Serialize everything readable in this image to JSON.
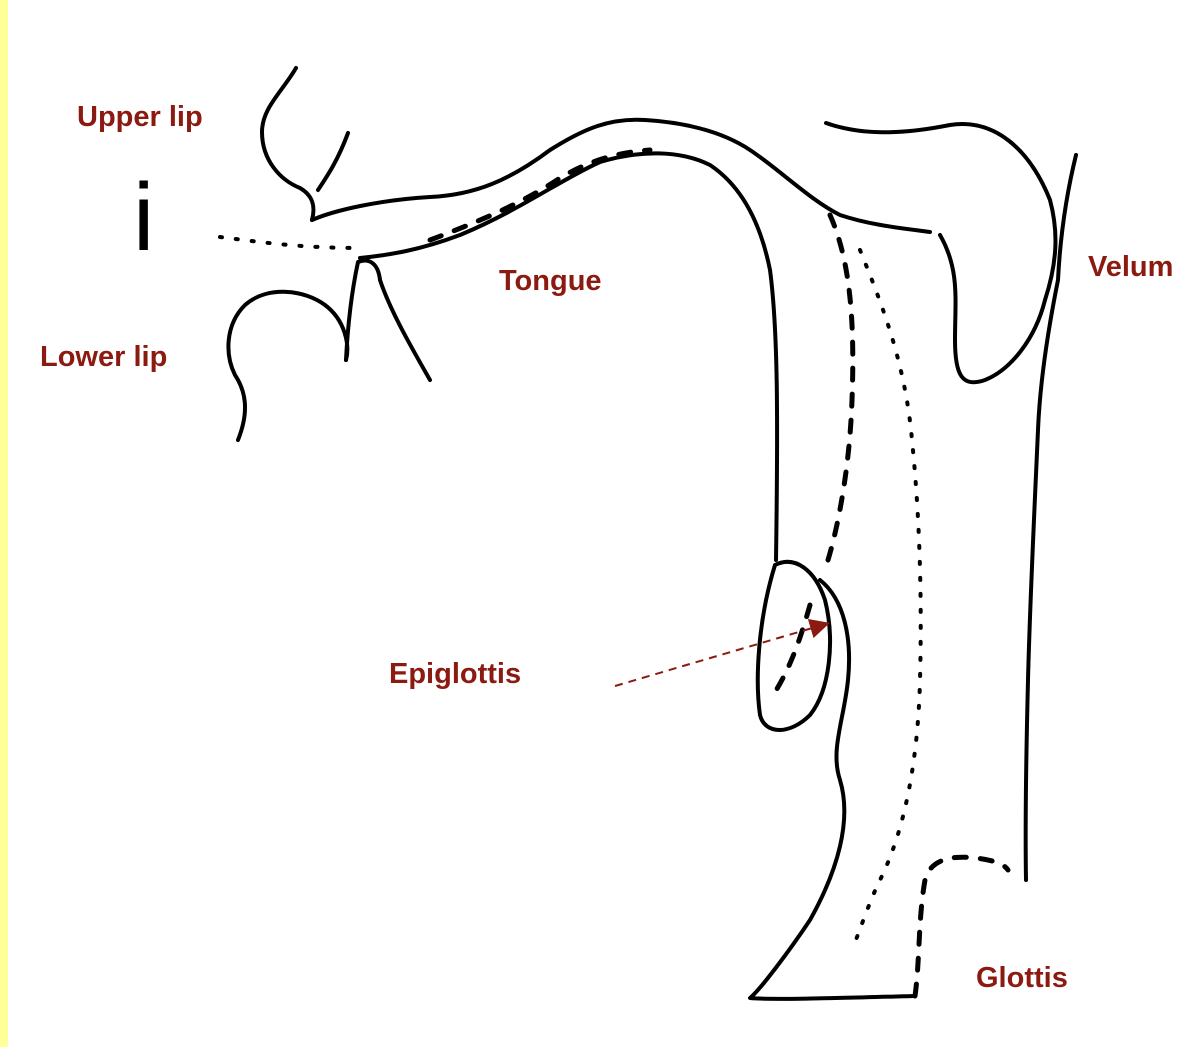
{
  "vowel": "i",
  "labels": {
    "upper_lip": "Upper lip",
    "lower_lip": "Lower lip",
    "tongue": "Tongue",
    "velum": "Velum",
    "epiglottis": "Epiglottis",
    "glottis": "Glottis"
  },
  "colors": {
    "label": "#8b1a10",
    "background": "#ffffff",
    "border": "#ffff9a"
  }
}
